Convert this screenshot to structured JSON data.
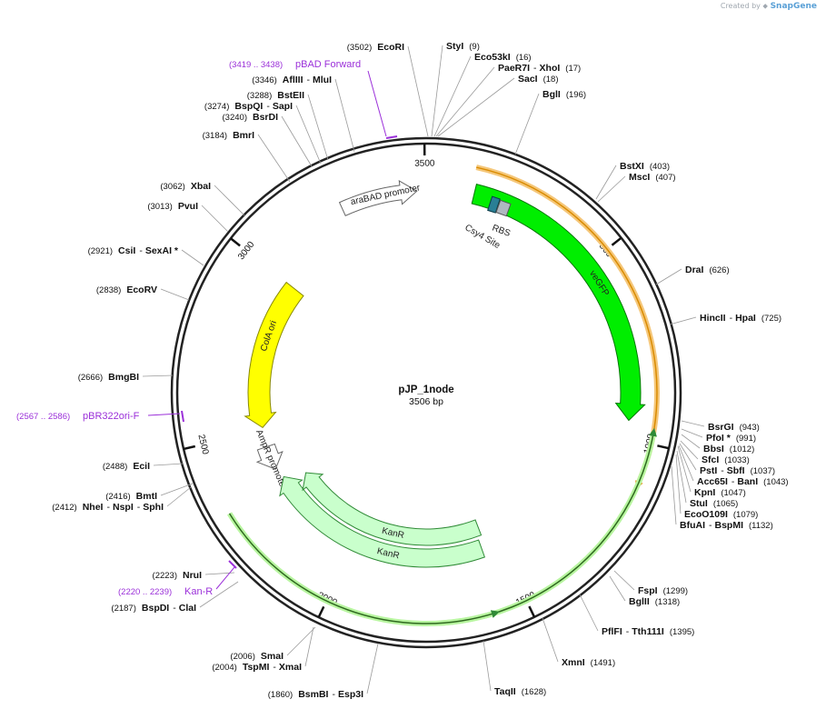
{
  "created_by": "Created by",
  "brand": "SnapGene",
  "center": {
    "name": "pJP_1node",
    "length": "3506 bp"
  },
  "total_bp": 3506,
  "ticks": [
    {
      "bp": 500,
      "label": "500"
    },
    {
      "bp": 1000,
      "label": "1000"
    },
    {
      "bp": 1500,
      "label": "1500"
    },
    {
      "bp": 2000,
      "label": "2000"
    },
    {
      "bp": 2500,
      "label": "2500"
    },
    {
      "bp": 3000,
      "label": "3000"
    },
    {
      "bp": 3500,
      "label": "3500"
    }
  ],
  "features": [
    {
      "name": "veGFP",
      "label": "veGFP",
      "start": 130,
      "end": 950,
      "ring": "inner1",
      "color": "#00ee00",
      "stroke": "#007700",
      "dir": 1
    },
    {
      "name": "araBAD promoter",
      "label": "araBAD promoter",
      "start": 3430,
      "end": 3500,
      "ring": "inner1",
      "color": "#ffffff",
      "stroke": "#666666",
      "dir": 1,
      "span_override": [
        3265,
        3478
      ]
    },
    {
      "name": "ColA ori",
      "label": "ColA ori",
      "start": 2510,
      "end": 3000,
      "ring": "inner2",
      "color": "#ffff00",
      "stroke": "#888800",
      "dir": -1
    },
    {
      "name": "AmpR promoter",
      "label": "AmpR promoter",
      "start": 2360,
      "end": 2440,
      "ring": "inner2",
      "color": "#ffffff",
      "stroke": "#666666",
      "dir": -1
    },
    {
      "name": "KanR-1",
      "label": "KanR",
      "start": 1560,
      "end": 2350,
      "ring": "inner2",
      "color": "#c9ffcc",
      "stroke": "#2f8a36",
      "dir": 1
    },
    {
      "name": "KanR-2",
      "label": "KanR",
      "start": 1545,
      "end": 2270,
      "ring": "inner3",
      "color": "#c9ffcc",
      "stroke": "#2f8a36",
      "dir": 1
    }
  ],
  "primers": [
    {
      "label": "pBAD Forward",
      "range": "(3419 .. 3438)"
    },
    {
      "label": "pBR322ori-F",
      "range": "(2567 .. 2586)"
    },
    {
      "label": "Kan-R",
      "range": "(2220 .. 2239)"
    }
  ],
  "small_features": [
    {
      "label": "RBS"
    },
    {
      "label": "Csy4 Site"
    }
  ],
  "sites": [
    {
      "names": [
        "EcoRI"
      ],
      "pos": "(3502)",
      "side": "left"
    },
    {
      "names": [
        "StyI"
      ],
      "pos": "(9)",
      "side": "right"
    },
    {
      "names": [
        "Eco53kI"
      ],
      "pos": "(16)",
      "side": "right"
    },
    {
      "names": [
        "PaeR7I",
        "XhoI"
      ],
      "pos": "(17)",
      "side": "right"
    },
    {
      "names": [
        "SacI"
      ],
      "pos": "(18)",
      "side": "right"
    },
    {
      "names": [
        "BglI"
      ],
      "pos": "(196)",
      "side": "right"
    },
    {
      "names": [
        "BstXI"
      ],
      "pos": "(403)",
      "side": "right"
    },
    {
      "names": [
        "MscI"
      ],
      "pos": "(407)",
      "side": "right"
    },
    {
      "names": [
        "DraI"
      ],
      "pos": "(626)",
      "side": "right"
    },
    {
      "names": [
        "HincII",
        "HpaI"
      ],
      "pos": "(725)",
      "side": "right"
    },
    {
      "names": [
        "BsrGI"
      ],
      "pos": "(943)",
      "side": "right"
    },
    {
      "names": [
        "PfoI *"
      ],
      "pos": "(991)",
      "side": "right"
    },
    {
      "names": [
        "BbsI"
      ],
      "pos": "(1012)",
      "side": "right"
    },
    {
      "names": [
        "SfcI"
      ],
      "pos": "(1033)",
      "side": "right"
    },
    {
      "names": [
        "PstI",
        "SbfI"
      ],
      "pos": "(1037)",
      "side": "right"
    },
    {
      "names": [
        "Acc65I",
        "BanI"
      ],
      "pos": "(1043)",
      "side": "right"
    },
    {
      "names": [
        "KpnI"
      ],
      "pos": "(1047)",
      "side": "right"
    },
    {
      "names": [
        "StuI"
      ],
      "pos": "(1065)",
      "side": "right"
    },
    {
      "names": [
        "EcoO109I"
      ],
      "pos": "(1079)",
      "side": "right"
    },
    {
      "names": [
        "BfuAI",
        "BspMI"
      ],
      "pos": "(1132)",
      "side": "right"
    },
    {
      "names": [
        "FspI"
      ],
      "pos": "(1299)",
      "side": "right"
    },
    {
      "names": [
        "BglII"
      ],
      "pos": "(1318)",
      "side": "right"
    },
    {
      "names": [
        "PflFI",
        "Tth111I"
      ],
      "pos": "(1395)",
      "side": "right"
    },
    {
      "names": [
        "XmnI"
      ],
      "pos": "(1491)",
      "side": "right"
    },
    {
      "names": [
        "TaqII"
      ],
      "pos": "(1628)",
      "side": "right"
    },
    {
      "names": [
        "BsmBI",
        "Esp3I"
      ],
      "pos": "(1860)",
      "side": "left"
    },
    {
      "names": [
        "TspMI",
        "XmaI"
      ],
      "pos": "(2004)",
      "side": "left"
    },
    {
      "names": [
        "SmaI"
      ],
      "pos": "(2006)",
      "side": "left"
    },
    {
      "names": [
        "BspDI",
        "ClaI"
      ],
      "pos": "(2187)",
      "side": "left"
    },
    {
      "names": [
        "NruI"
      ],
      "pos": "(2223)",
      "side": "left"
    },
    {
      "names": [
        "NheI",
        "NspI",
        "SphI"
      ],
      "pos": "(2412)",
      "side": "left"
    },
    {
      "names": [
        "BmtI"
      ],
      "pos": "(2416)",
      "side": "left"
    },
    {
      "names": [
        "EciI"
      ],
      "pos": "(2488)",
      "side": "left"
    },
    {
      "names": [
        "BmgBI"
      ],
      "pos": "(2666)",
      "side": "left"
    },
    {
      "names": [
        "EcoRV"
      ],
      "pos": "(2838)",
      "side": "left"
    },
    {
      "names": [
        "CsiI",
        "SexAI *"
      ],
      "pos": "(2921)",
      "side": "left"
    },
    {
      "names": [
        "PvuI"
      ],
      "pos": "(3013)",
      "side": "left"
    },
    {
      "names": [
        "XbaI"
      ],
      "pos": "(3062)",
      "side": "left"
    },
    {
      "names": [
        "BmrI"
      ],
      "pos": "(3184)",
      "side": "left"
    },
    {
      "names": [
        "BsrDI"
      ],
      "pos": "(3240)",
      "side": "left"
    },
    {
      "names": [
        "BspQI",
        "SapI"
      ],
      "pos": "(3274)",
      "side": "left"
    },
    {
      "names": [
        "BstEII"
      ],
      "pos": "(3288)",
      "side": "left"
    },
    {
      "names": [
        "AflIII",
        "MluI"
      ],
      "pos": "(3346)",
      "side": "left"
    }
  ]
}
